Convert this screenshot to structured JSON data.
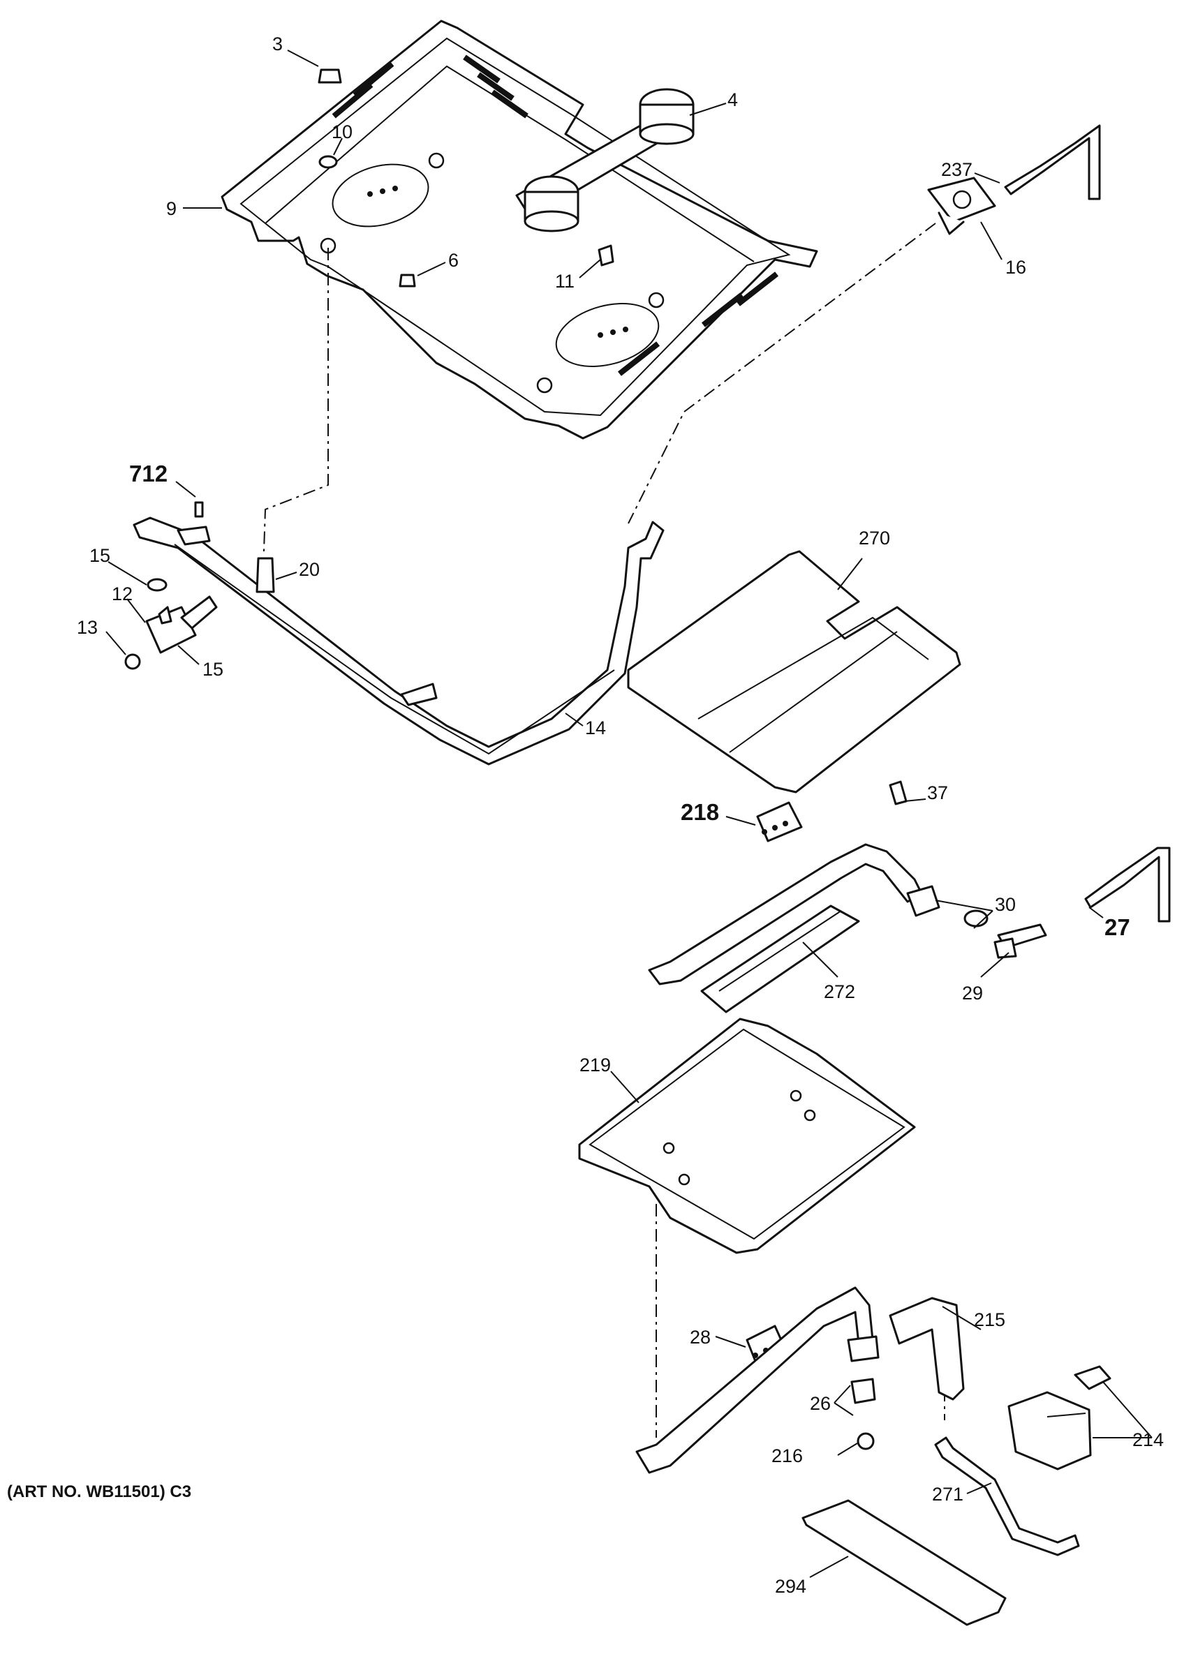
{
  "diagram": {
    "art_number_label": "(ART NO. WB11501) C3",
    "callouts": {
      "p3": "3",
      "p4": "4",
      "p10": "10",
      "p9": "9",
      "p237": "237",
      "p16": "16",
      "p6": "6",
      "p11": "11",
      "p712": "712",
      "p20": "20",
      "p15a": "15",
      "p12": "12",
      "p13": "13",
      "p15b": "15",
      "p14": "14",
      "p270": "270",
      "p37": "37",
      "p218": "218",
      "p30": "30",
      "p27": "27",
      "p272": "272",
      "p29": "29",
      "p219": "219",
      "p215": "215",
      "p28": "28",
      "p26": "26",
      "p214": "214",
      "p216": "216",
      "p271": "271",
      "p294": "294"
    }
  }
}
